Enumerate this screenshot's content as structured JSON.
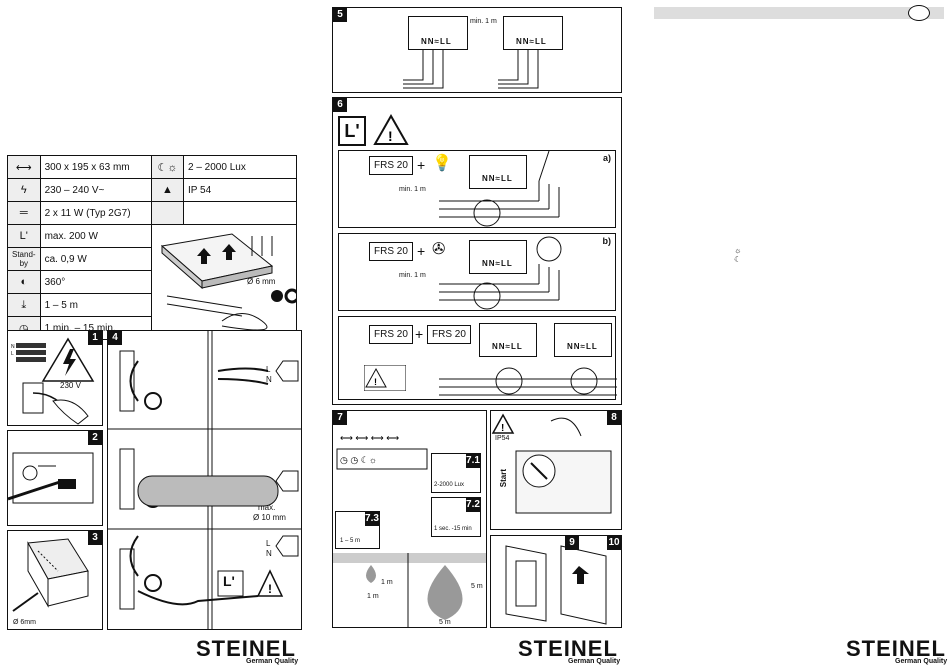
{
  "specs": [
    {
      "icon": "dimensions-icon",
      "glyph": "⟷",
      "value": "300 x 195 x 63 mm"
    },
    {
      "icon": "voltage-icon",
      "glyph": "ϟ",
      "value": "230 – 240 V~"
    },
    {
      "icon": "lamp-icon",
      "glyph": "═",
      "value": "2 x 11 W (Typ 2G7)"
    },
    {
      "icon": "load-icon",
      "glyph": "L'",
      "value": "max. 200 W"
    },
    {
      "icon": "standby-icon",
      "glyph": "Stand-by",
      "value": "ca. 0,9 W"
    },
    {
      "icon": "angle-icon",
      "glyph": "◐",
      "value": "360°"
    },
    {
      "icon": "range-icon",
      "glyph": "⤓",
      "value": "1 – 5 m"
    },
    {
      "icon": "timer-icon",
      "glyph": "◷",
      "value": "1 min. – 15 min."
    }
  ],
  "specs_right": [
    {
      "icon": "twilight-icon",
      "glyph": "☾☼",
      "value": "2 – 2000 Lux"
    },
    {
      "icon": "ip-icon",
      "glyph": "▲",
      "value": "IP 54"
    }
  ],
  "fig1": {
    "num": "1",
    "voltage": "230 V"
  },
  "fig2": {
    "num": "2"
  },
  "fig3": {
    "num": "3",
    "drill": "Ø 6mm"
  },
  "fig4": {
    "num": "4",
    "max": "max.",
    "dia": "Ø 10 mm",
    "L": "L",
    "N": "N",
    "lp": "L'"
  },
  "fig5": {
    "num": "5",
    "dist": "min. 1 m",
    "terminal": "NN≈LL"
  },
  "fig6": {
    "num": "6",
    "lp": "L'",
    "a": "a)",
    "b": "b)",
    "frs": "FRS 20",
    "plus": "+",
    "dist": "min. 1 m"
  },
  "fig7": {
    "num": "7",
    "n71": "7.1",
    "n72": "7.2",
    "n73": "7.3",
    "lux": "2-2000 Lux",
    "time": "1 sec. -15 min",
    "range": "1 – 5 m",
    "h1": "1 m",
    "h5": "5 m",
    "w1": "1 m",
    "w5": "5 m"
  },
  "fig8": {
    "num": "8",
    "ip": "IP54",
    "start": "Start"
  },
  "fig9": {
    "num": "9"
  },
  "fig10": {
    "num": "10"
  },
  "fig_small": {
    "dia6": "Ø 6 mm"
  },
  "brand": {
    "name": "STEINEL",
    "tag": "German Quality"
  }
}
